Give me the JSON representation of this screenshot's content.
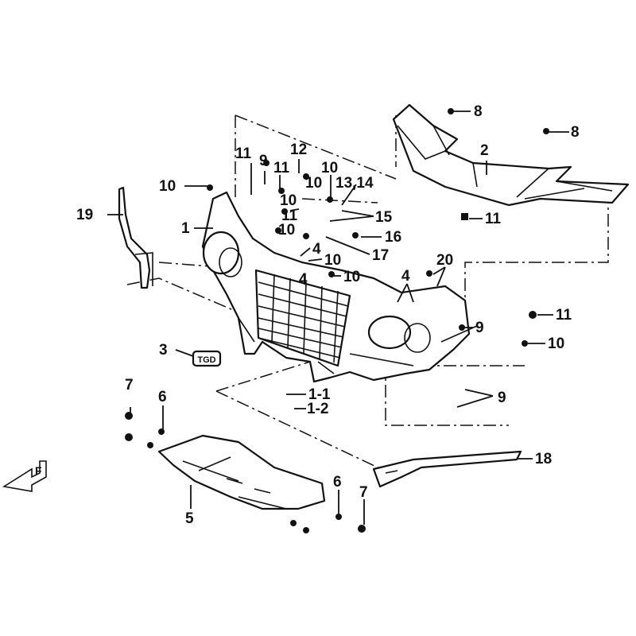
{
  "labels": {
    "p1": "1",
    "p1_1": "1-1",
    "p1_2": "1-2",
    "p2": "2",
    "p3": "3",
    "p4a": "4",
    "p4b": "4",
    "p4c": "4",
    "p5": "5",
    "p6a": "6",
    "p6b": "6",
    "p7a": "7",
    "p7b": "7",
    "p8a": "8",
    "p8b": "8",
    "p9a": "9",
    "p9b": "9",
    "p9c": "9",
    "p10a": "10",
    "p10b": "10",
    "p10c": "10",
    "p10d": "10",
    "p10e": "10",
    "p10f": "10",
    "p10g": "10",
    "p10h": "10",
    "p11a": "11",
    "p11b": "11",
    "p11c": "11",
    "p11d": "11",
    "p11e": "11",
    "p12": "12",
    "p13_14": "13,14",
    "p15": "15",
    "p16": "16",
    "p17": "17",
    "p18": "18",
    "p19": "19",
    "p20": "20"
  },
  "emblem_text": "TGD",
  "direction_marker": "F"
}
